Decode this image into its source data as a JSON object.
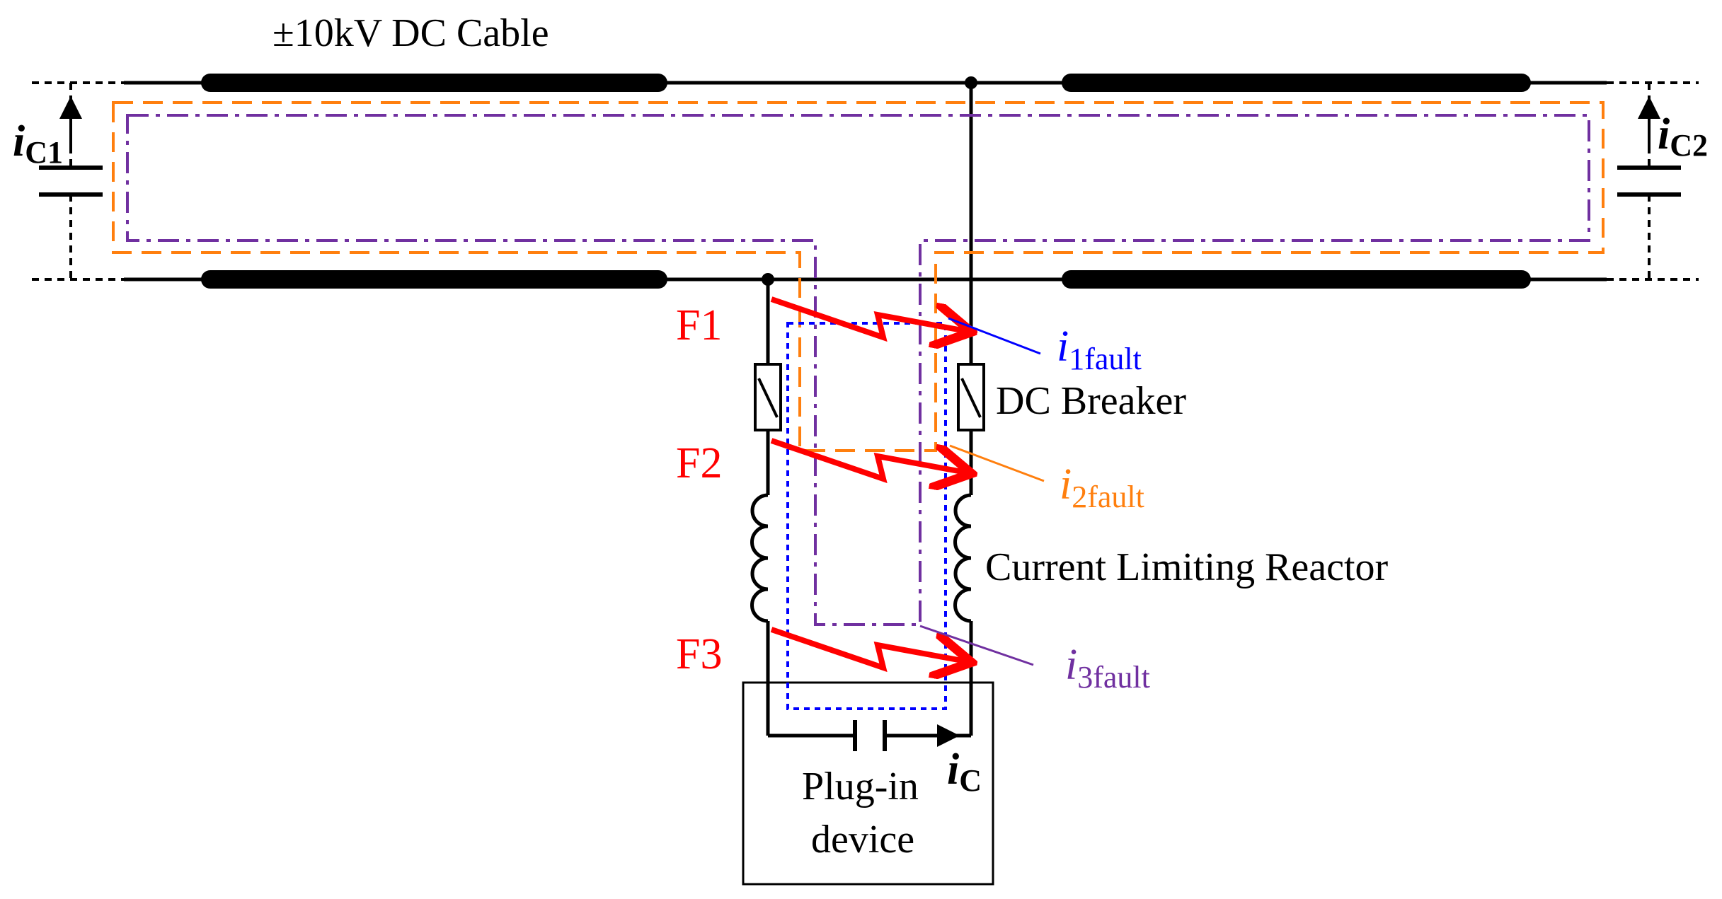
{
  "labels": {
    "cable": "±10kV DC Cable",
    "breaker": "DC Breaker",
    "reactor": "Current Limiting Reactor",
    "device_line1": "Plug-in",
    "device_line2": "device"
  },
  "faults": [
    "F1",
    "F2",
    "F3"
  ],
  "currents": {
    "ic1_main": "i",
    "ic1_sub": "C1",
    "ic2_main": "i",
    "ic2_sub": "C2",
    "ic_main": "i",
    "ic_sub": "C",
    "i1_main": "i",
    "i1_sub": "1fault",
    "i2_main": "i",
    "i2_sub": "2fault",
    "i3_main": "i",
    "i3_sub": "3fault"
  },
  "colors": {
    "fault": "#ff0000",
    "loop1": "#0000ff",
    "loop2": "#ff7f0e",
    "loop3": "#7030a0",
    "line": "#000000"
  }
}
